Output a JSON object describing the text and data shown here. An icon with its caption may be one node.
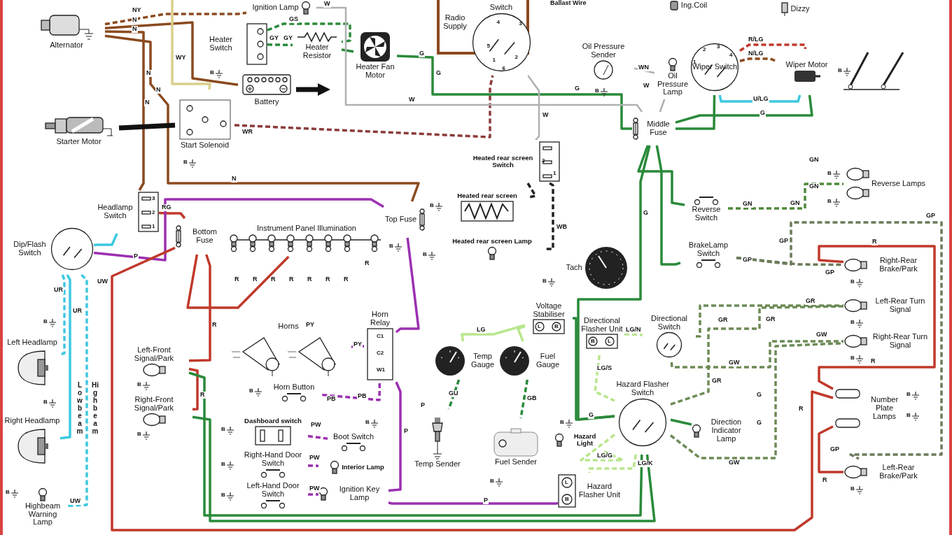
{
  "diagram": {
    "nodes": [
      {
        "text": [
          "Alternator"
        ]
      },
      {
        "text": [
          "Starter Motor"
        ]
      },
      {
        "text": [
          "Heater Switch"
        ]
      },
      {
        "text": [
          "Heater Resistor"
        ]
      },
      {
        "text": [
          "Heater Fan Motor"
        ]
      },
      {
        "text": [
          "Battery"
        ]
      },
      {
        "text": [
          "Start Solenoid"
        ]
      },
      {
        "text": [
          "Ignition Lamp"
        ]
      },
      {
        "text": [
          "Switch",
          "4",
          "3",
          "5",
          "1",
          "2",
          "6"
        ]
      },
      {
        "text": [
          "Radio Supply"
        ]
      },
      {
        "text": [
          "Oil Pressure Sender"
        ]
      },
      {
        "text": [
          "Oil Pressure Lamp"
        ]
      },
      {
        "text": [
          "Middle Fuse"
        ]
      },
      {
        "text": [
          "1",
          "2",
          "3",
          "4",
          "Wiper Switch"
        ]
      },
      {
        "text": [
          "Wiper Motor"
        ]
      },
      {
        "text": [
          "Heated rear screen Switch",
          "2",
          "1"
        ]
      },
      {
        "text": [
          "Heated rear screen"
        ]
      },
      {
        "text": [
          "Heated rear screen Lamp"
        ]
      },
      {
        "text": [
          "Tach"
        ]
      },
      {
        "text": [
          "Headlamp Switch",
          "3",
          "2",
          "1"
        ]
      },
      {
        "text": [
          "Top Fuse"
        ]
      },
      {
        "text": [
          "Dip/Flash Switch"
        ]
      },
      {
        "text": [
          "Bottom Fuse"
        ]
      },
      {
        "text": [
          "Instrument Panel Illumination"
        ]
      },
      {
        "text": [
          "Horns"
        ]
      },
      {
        "text": [
          "Horn Relay",
          "C1",
          "C2",
          "W1"
        ]
      },
      {
        "text": [
          "Left Headlamp"
        ]
      },
      {
        "text": [
          "Right Headlamp"
        ]
      },
      {
        "text": [
          "Highbeam Warning Lamp"
        ]
      },
      {
        "text": [
          "Left-Front Signal/Park"
        ]
      },
      {
        "text": [
          "Right-Front Signal/Park"
        ]
      },
      {
        "text": [
          "Horn Button"
        ]
      },
      {
        "text": [
          "Dashboard switch"
        ]
      },
      {
        "text": [
          "Boot Switch"
        ]
      },
      {
        "text": [
          "Right-Hand Door Switch"
        ]
      },
      {
        "text": [
          "Interior Lamp"
        ]
      },
      {
        "text": [
          "Left-Hand Door Switch"
        ]
      },
      {
        "text": [
          "Ignition Key Lamp"
        ]
      },
      {
        "text": [
          "Voltage Stabiliser",
          "L",
          "B"
        ]
      },
      {
        "text": [
          "Temp Gauge"
        ]
      },
      {
        "text": [
          "Fuel Gauge"
        ]
      },
      {
        "text": [
          "Temp Sender"
        ]
      },
      {
        "text": [
          "Fuel Sender"
        ]
      },
      {
        "text": [
          "Directional Flasher Unit",
          "B",
          "L"
        ]
      },
      {
        "text": [
          "Directional Switch"
        ]
      },
      {
        "text": [
          "Hazard Flasher Switch"
        ]
      },
      {
        "text": [
          "Direction Indicator Lamp"
        ]
      },
      {
        "text": [
          "Hazard Light"
        ]
      },
      {
        "text": [
          "Hazard Flasher Unit",
          "L",
          "B"
        ]
      },
      {
        "text": [
          "Reverse Switch"
        ]
      },
      {
        "text": [
          "Reverse Lamps"
        ]
      },
      {
        "text": [
          "BrakeLamp Switch"
        ]
      },
      {
        "text": [
          "Right-Rear Brake/Park"
        ]
      },
      {
        "text": [
          "Left-Rear Turn Signal"
        ]
      },
      {
        "text": [
          "Right-Rear Turn Signal"
        ]
      },
      {
        "text": [
          "Number Plate Lamps"
        ]
      },
      {
        "text": [
          "Left-Rear Brake/Park"
        ]
      },
      {
        "text": [
          "Dizzy"
        ]
      },
      {
        "text": [
          "Ing.Coil"
        ]
      }
    ],
    "edges": [
      {
        "from": 0,
        "to": 7,
        "arrow": "none",
        "label": "NY",
        "style": "dashed",
        "color": "#8b4a1f"
      },
      {
        "from": 0,
        "to": 5,
        "arrow": "none",
        "label": "N",
        "color": "#8b4a1f"
      },
      {
        "from": 0,
        "to": 19,
        "arrow": "none",
        "label": "N",
        "color": "#8b4a1f"
      },
      {
        "from": 0,
        "to": 20,
        "arrow": "none",
        "label": "N",
        "color": "#8b4a1f"
      },
      {
        "from": 1,
        "to": 6,
        "arrow": "none",
        "style": "thick",
        "color": "#111111"
      },
      {
        "from": 6,
        "to": 8,
        "arrow": "none",
        "label": "WR",
        "style": "dashed",
        "color": "#8b3a3a"
      },
      {
        "from": 6,
        "to": null,
        "arrow": "none",
        "label": "WY",
        "color": "#d9cf8a"
      },
      {
        "from": 2,
        "to": 3,
        "arrow": "none",
        "label": "GS",
        "style": "dashed"
      },
      {
        "from": 2,
        "to": 3,
        "arrow": "none",
        "label": "GY",
        "style": "dashed"
      },
      {
        "from": 3,
        "to": 4,
        "arrow": "none"
      },
      {
        "from": 4,
        "to": 12,
        "arrow": "none",
        "label": "G"
      },
      {
        "from": 7,
        "to": 12,
        "arrow": "none",
        "label": "W",
        "color": "#b0b0b0"
      },
      {
        "from": 8,
        "to": 15,
        "arrow": "none",
        "label": "W",
        "color": "#b0b0b0"
      },
      {
        "from": 10,
        "to": 11,
        "arrow": "none",
        "label": "WN",
        "color": "#b0b0b0"
      },
      {
        "from": 11,
        "to": 12,
        "arrow": "none",
        "color": "#b0b0b0"
      },
      {
        "from": 12,
        "to": 13,
        "arrow": "none"
      },
      {
        "from": 13,
        "to": 14,
        "arrow": "none",
        "label": "R/LG",
        "style": "dashed",
        "color": "#c0392b"
      },
      {
        "from": 13,
        "to": 14,
        "arrow": "none",
        "label": "N/LG",
        "style": "dashed",
        "color": "#8b4a1f"
      },
      {
        "from": 13,
        "to": 14,
        "arrow": "none",
        "label": "U/LG",
        "color": "#3cc8e0"
      },
      {
        "from": 12,
        "to": 14,
        "arrow": "none",
        "label": "G"
      },
      {
        "from": 15,
        "to": 17,
        "arrow": "none",
        "label": "WB",
        "style": "dashed",
        "color": "#222222"
      },
      {
        "from": 15,
        "to": 16,
        "arrow": "none",
        "style": "dashed",
        "color": "#222222"
      },
      {
        "from": 19,
        "to": 21,
        "arrow": "none",
        "color": "#3cc8e0"
      },
      {
        "from": 19,
        "to": 22,
        "arrow": "none",
        "label": "RG",
        "color": "#c0392b"
      },
      {
        "from": 21,
        "to": 20,
        "arrow": "none",
        "label": "P",
        "color": "#9b30b0"
      },
      {
        "from": 21,
        "to": 26,
        "arrow": "none",
        "label": "UR",
        "style": "dashed",
        "color": "#3cc8e0"
      },
      {
        "from": 21,
        "to": 27,
        "arrow": "none",
        "label": "UR",
        "color": "#3cc8e0"
      },
      {
        "from": 21,
        "to": 28,
        "arrow": "none",
        "label": "UW",
        "style": "dashed",
        "color": "#3cc8e0"
      },
      {
        "from": 22,
        "to": 23,
        "arrow": "none",
        "color": "#c0392b"
      },
      {
        "from": 22,
        "to": 29,
        "arrow": "none",
        "label": "R",
        "color": "#c0392b"
      },
      {
        "from": 30,
        "to": 29,
        "arrow": "none",
        "label": "R",
        "color": "#c0392b"
      },
      {
        "from": 22,
        "to": 55,
        "arrow": "none",
        "color": "#c0392b"
      },
      {
        "from": 20,
        "to": 25,
        "arrow": "none",
        "color": "#9b30b0"
      },
      {
        "from": 25,
        "to": 37,
        "arrow": "none",
        "label": "P",
        "color": "#9b30b0"
      },
      {
        "from": 37,
        "to": 48,
        "arrow": "none",
        "label": "P",
        "color": "#9b30b0"
      },
      {
        "from": 24,
        "to": 25,
        "arrow": "none",
        "label": "PY",
        "style": "dashed",
        "color": "#9b30b0"
      },
      {
        "from": 25,
        "to": 31,
        "arrow": "none",
        "label": "PB",
        "style": "dashed",
        "color": "#9b30b0"
      },
      {
        "from": 32,
        "to": 33,
        "arrow": "none",
        "label": "PW",
        "style": "dashed",
        "color": "#9b30b0"
      },
      {
        "from": 34,
        "to": 35,
        "arrow": "none",
        "label": "PW",
        "style": "dashed",
        "color": "#9b30b0"
      },
      {
        "from": 36,
        "to": 37,
        "arrow": "none",
        "label": "PW",
        "style": "dashed",
        "color": "#9b30b0"
      },
      {
        "from": 29,
        "to": 45,
        "arrow": "none"
      },
      {
        "from": 30,
        "to": 45,
        "arrow": "none"
      },
      {
        "from": 38,
        "to": 39,
        "arrow": "none",
        "label": "LG",
        "color": "#b8e68c"
      },
      {
        "from": 38,
        "to": 40,
        "arrow": "none",
        "color": "#b8e68c"
      },
      {
        "from": 38,
        "to": 45,
        "arrow": "none",
        "label": "G"
      },
      {
        "from": 39,
        "to": 41,
        "arrow": "none",
        "label": "GU",
        "style": "dashed"
      },
      {
        "from": 40,
        "to": 42,
        "arrow": "none",
        "label": "GB",
        "style": "dashed"
      },
      {
        "from": 43,
        "to": 44,
        "arrow": "none",
        "label": "LG/N",
        "style": "dashed",
        "color": "#b8e68c"
      },
      {
        "from": 43,
        "to": 45,
        "arrow": "none",
        "label": "LG/S",
        "style": "dashed",
        "color": "#b8e68c"
      },
      {
        "from": 45,
        "to": 48,
        "arrow": "none",
        "label": "LG/K",
        "style": "dashed",
        "color": "#b8e68c"
      },
      {
        "from": 45,
        "to": 47,
        "arrow": "none",
        "label": "LG/G",
        "style": "dashed",
        "color": "#b8e68c"
      },
      {
        "from": 44,
        "to": 53,
        "arrow": "none",
        "label": "GR",
        "style": "dashed",
        "color": "#6d8a55"
      },
      {
        "from": 44,
        "to": 54,
        "arrow": "none",
        "label": "GW",
        "style": "dashed",
        "color": "#6d8a55"
      },
      {
        "from": 45,
        "to": 53,
        "arrow": "none",
        "label": "GR",
        "style": "dashed",
        "color": "#6d8a55"
      },
      {
        "from": 45,
        "to": 54,
        "arrow": "none",
        "label": "GW",
        "style": "dashed",
        "color": "#6d8a55"
      },
      {
        "from": 45,
        "to": 46,
        "arrow": "none"
      },
      {
        "from": 12,
        "to": 49,
        "arrow": "none"
      },
      {
        "from": 12,
        "to": 51,
        "arrow": "none"
      },
      {
        "from": 49,
        "to": 50,
        "arrow": "none",
        "label": "GN",
        "style": "dashed",
        "color": "#4d8a3a"
      },
      {
        "from": 51,
        "to": 52,
        "arrow": "none",
        "label": "GP",
        "style": "dashed",
        "color": "#6a7a5a"
      },
      {
        "from": 51,
        "to": 56,
        "arrow": "none",
        "label": "GP",
        "style": "dashed",
        "color": "#6a7a5a"
      },
      {
        "from": 55,
        "to": 52,
        "arrow": "none",
        "label": "R",
        "color": "#c0392b"
      },
      {
        "from": 55,
        "to": 56,
        "arrow": "none",
        "label": "R",
        "color": "#c0392b"
      },
      {
        "from": 12,
        "to": 45,
        "arrow": "none",
        "label": "G"
      }
    ],
    "labels": [
      "N",
      "N",
      "N",
      "GY",
      "G",
      "G",
      "W",
      "W",
      "R",
      "R",
      "R",
      "R",
      "R",
      "R",
      "R",
      "R",
      "Lowbeam",
      "Highbeam",
      "UW",
      "PY",
      "PB",
      "P",
      "G",
      "G",
      "GR",
      "GR",
      "GW",
      "GN",
      "GN",
      "GN",
      "GP",
      "GP",
      "GP",
      "R",
      "R",
      "Ballast Wire",
      "B",
      "B",
      "B",
      "B",
      "B",
      "B",
      "B",
      "B",
      "B",
      "B",
      "B",
      "B",
      "B",
      "B",
      "B",
      "B",
      "B",
      "B",
      "B",
      "B",
      "B",
      "B",
      "B",
      "B",
      "B",
      "B",
      "B",
      "B"
    ]
  }
}
